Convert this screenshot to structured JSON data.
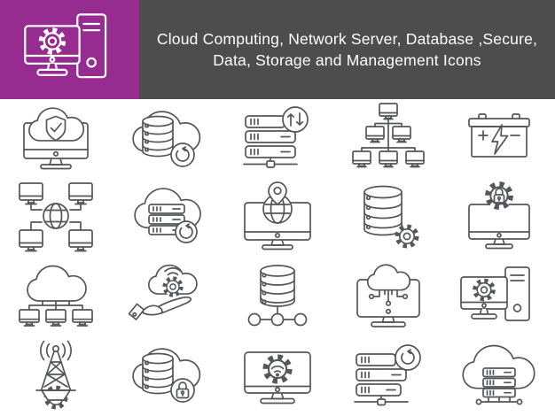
{
  "theme": {
    "brand_purple": "#962B90",
    "header_gray": "#4D4D4D",
    "background": "#FFFFFF",
    "icon_stroke": "#54565A",
    "title_color": "#FFFFFF"
  },
  "header": {
    "logo": {
      "name": "computer-settings-logo",
      "description": "Desktop computer with gear on screen and PC tower"
    },
    "title_line1": "Cloud Computing, Network Server, Database ,Secure,",
    "title_line2": "Data, Storage and Management Icons"
  },
  "icon_grid": {
    "columns": 5,
    "rows": 4,
    "icons": [
      {
        "name": "cloud-shield-monitor",
        "description": "Monitor with cloud and security shield checkmark"
      },
      {
        "name": "cloud-database-sync",
        "description": "Cloud with database stack and sync arrow"
      },
      {
        "name": "server-data-transfer",
        "description": "Server rack with upload and download arrows and network node"
      },
      {
        "name": "computer-network-tree",
        "description": "Hierarchical network of six computers"
      },
      {
        "name": "battery-power",
        "description": "Battery with lightning bolt, plus and minus terminals"
      },
      {
        "name": "global-computer-network",
        "description": "Four computers connected around a globe"
      },
      {
        "name": "cloud-server-sync",
        "description": "Cloud with server rack and sync arrow"
      },
      {
        "name": "monitor-globe-location",
        "description": "Monitor with globe and location pin"
      },
      {
        "name": "database-settings",
        "description": "Database stack with settings gear"
      },
      {
        "name": "monitor-security-settings",
        "description": "Monitor with gear and padlock"
      },
      {
        "name": "cloud-computer-network",
        "description": "Cloud connected to three computers"
      },
      {
        "name": "hand-cloud-services",
        "description": "Hand holding cloud with gear and signal waves"
      },
      {
        "name": "database-network-nodes",
        "description": "Database stack connected to three network nodes"
      },
      {
        "name": "monitor-cloud-circuit",
        "description": "Monitor with cloud and circuit connections"
      },
      {
        "name": "computer-settings",
        "description": "Desktop computer and tower with gear on screen"
      },
      {
        "name": "signal-tower-gear",
        "description": "Radio signal tower standing on a gear"
      },
      {
        "name": "cloud-database-security",
        "description": "Cloud with database stack and padlock"
      },
      {
        "name": "monitor-wireless-settings",
        "description": "Monitor with gear and wireless signal"
      },
      {
        "name": "server-sync",
        "description": "Server rack with sync arrow and network node"
      },
      {
        "name": "cloud-hosting-network",
        "description": "Cloud with server rack connected to network nodes"
      }
    ]
  }
}
